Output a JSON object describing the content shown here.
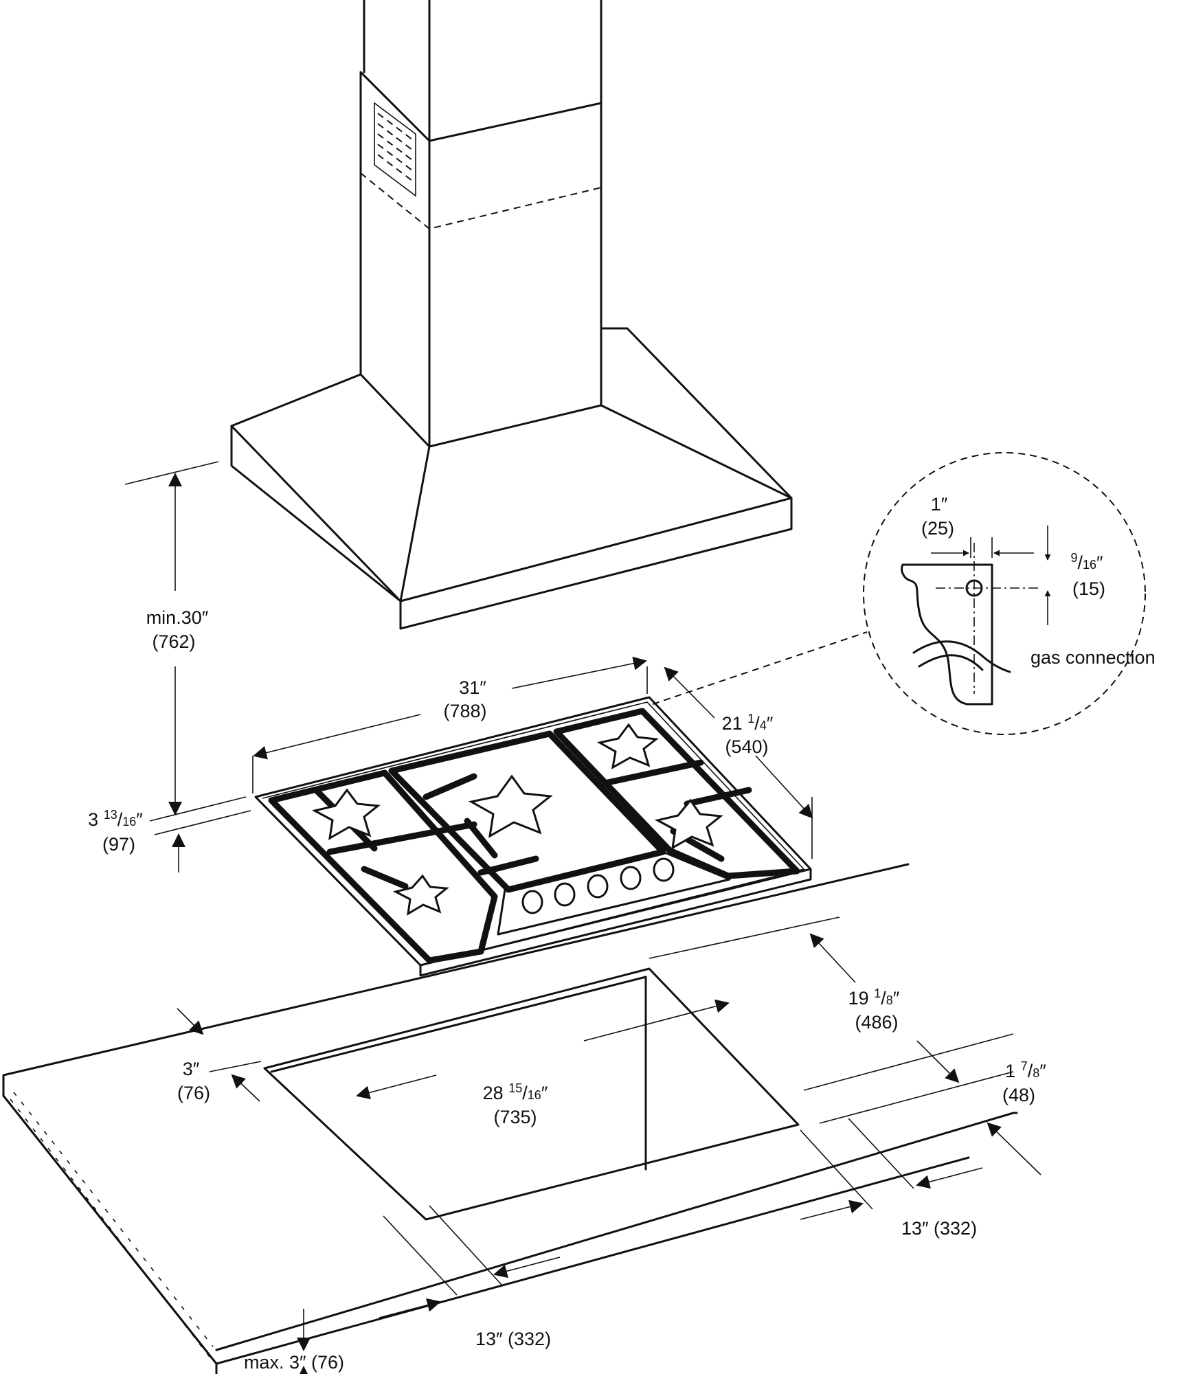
{
  "dimensions": {
    "hood_clearance": {
      "value": "min.30″",
      "mm": "(762)"
    },
    "cooktop_width": {
      "value": "31″",
      "mm": "(788)"
    },
    "cooktop_depth": {
      "whole": "21",
      "num": "1",
      "den": "4",
      "mm": "(540)"
    },
    "cooktop_height": {
      "whole": "3",
      "num": "13",
      "den": "16",
      "mm": "(97)"
    },
    "cutout_depth": {
      "whole": "19",
      "num": "1",
      "den": "8",
      "mm": "(486)"
    },
    "cutout_width": {
      "whole": "28",
      "num": "15",
      "den": "16",
      "mm": "(735)"
    },
    "front_setback": {
      "value": "3″",
      "mm": "(76)"
    },
    "rear_setback": {
      "whole": "1",
      "num": "7",
      "den": "8",
      "mm": "(48)"
    },
    "side_clearance_right": "13″ (332)",
    "side_clearance_left": "13″ (332)",
    "countertop_thickness": "max. 3″ (76)"
  },
  "detail": {
    "offset_horizontal": {
      "value": "1″",
      "mm": "(25)"
    },
    "offset_vertical": {
      "num": "9",
      "den": "16",
      "mm": "(15)"
    },
    "label": "gas connection"
  }
}
